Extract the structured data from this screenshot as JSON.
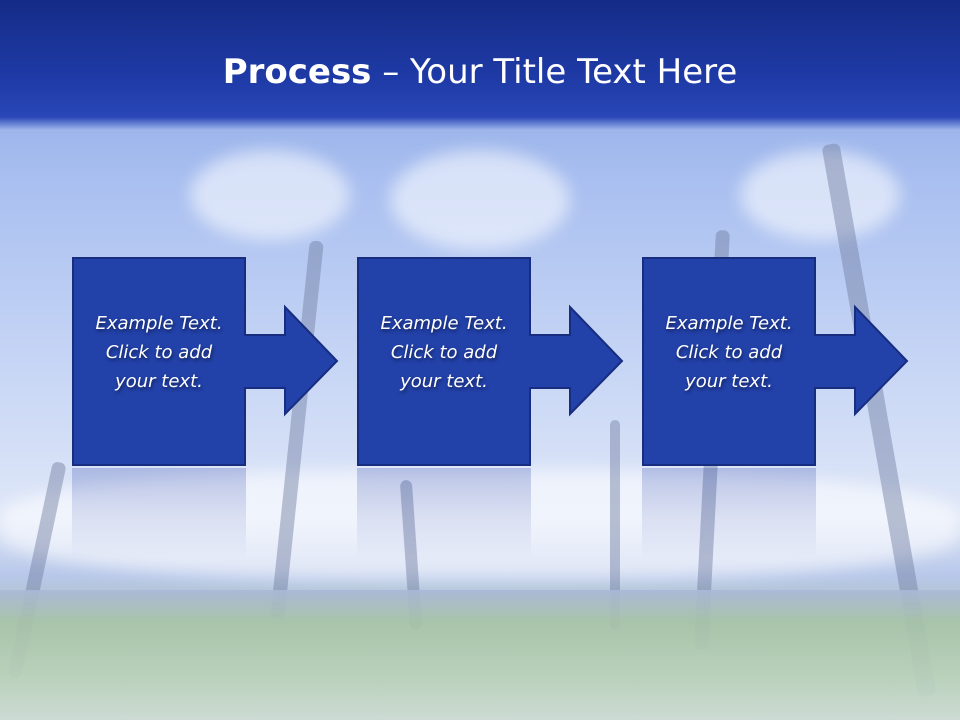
{
  "slide": {
    "title_bold": "Process",
    "title_rest": " – Your Title Text Here",
    "steps": [
      {
        "line1": "Example Text.",
        "line2": "Click  to add",
        "line3": "your text."
      },
      {
        "line1": "Example Text.",
        "line2": "Click  to add",
        "line3": "your text."
      },
      {
        "line1": "Example Text.",
        "line2": "Click  to add",
        "line3": "your text."
      }
    ]
  },
  "colors": {
    "box": "#2241a9",
    "border": "#172d7f",
    "header": "#1e3aa6"
  }
}
